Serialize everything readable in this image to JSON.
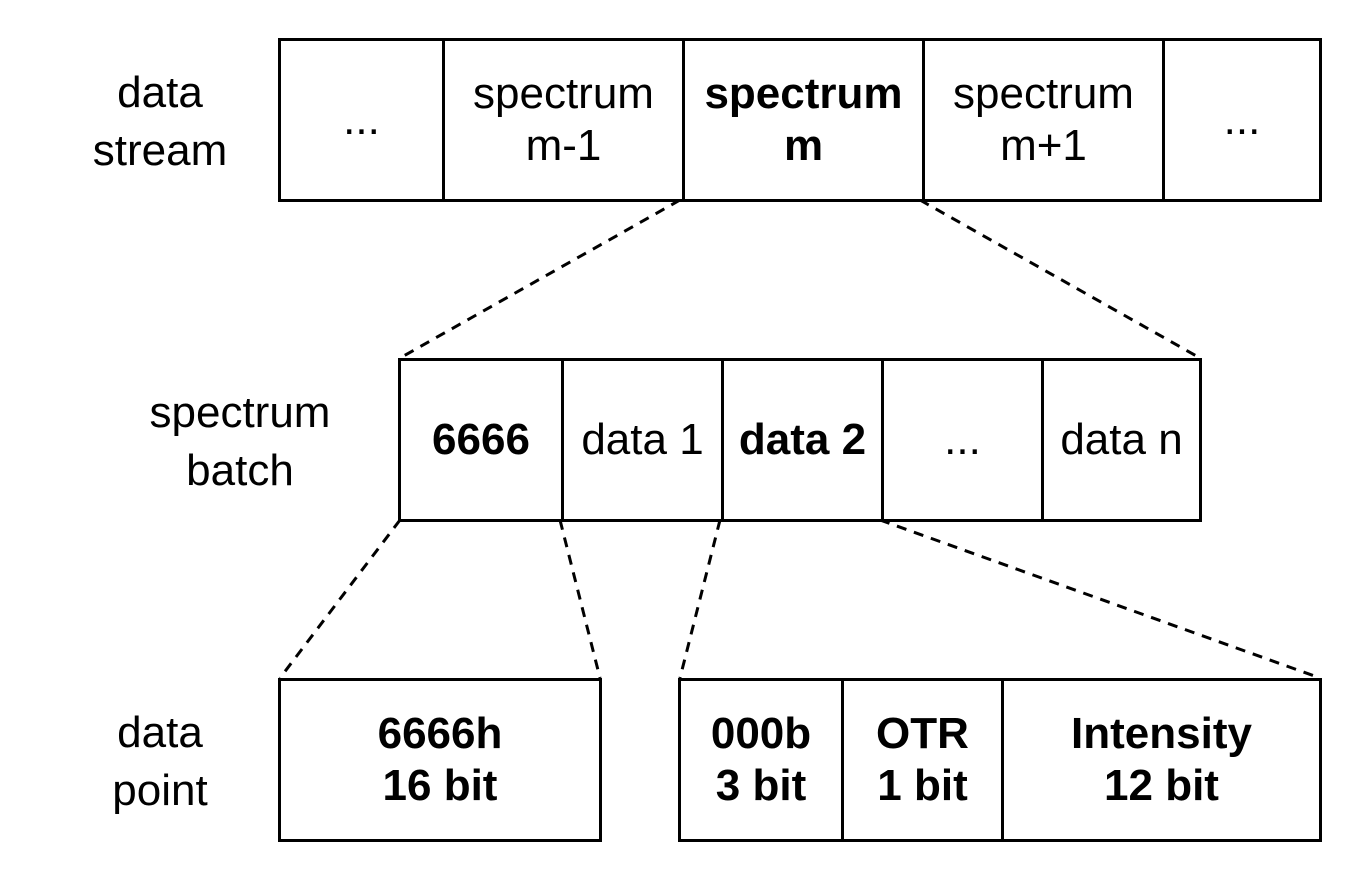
{
  "labels": {
    "stream_line1": "data",
    "stream_line2": "stream",
    "batch_line1": "spectrum",
    "batch_line2": "batch",
    "point_line1": "data",
    "point_line2": "point"
  },
  "stream": {
    "cell1": "...",
    "cell2_line1": "spectrum",
    "cell2_line2": "m-1",
    "cell3_line1": "spectrum",
    "cell3_line2": "m",
    "cell4_line1": "spectrum",
    "cell4_line2": "m+1",
    "cell5": "..."
  },
  "batch": {
    "cell1": "6666",
    "cell2": "data 1",
    "cell3": "data 2",
    "cell4": "...",
    "cell5": "data n"
  },
  "header_point": {
    "line1": "6666h",
    "line2": "16 bit"
  },
  "data_point": {
    "field1_line1": "000b",
    "field1_line2": "3 bit",
    "field2_line1": "OTR",
    "field2_line2": "1 bit",
    "field3_line1": "Intensity",
    "field3_line2": "12 bit"
  }
}
